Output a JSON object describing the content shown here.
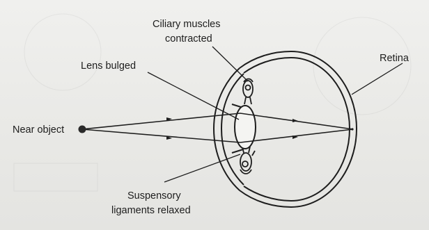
{
  "labels": {
    "ciliary_line1": "Ciliary muscles",
    "ciliary_line2": "contracted",
    "lens": "Lens bulged",
    "retina": "Retina",
    "near_object": "Near object",
    "suspensory_line1": "Suspensory",
    "suspensory_line2": "ligaments relaxed"
  },
  "colors": {
    "ink": "#1d1d1d",
    "background": "#ececea"
  }
}
